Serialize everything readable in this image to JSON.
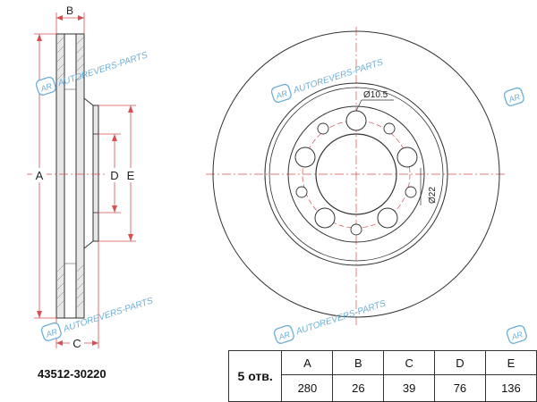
{
  "drawing": {
    "labels": {
      "a": "A",
      "b": "B",
      "c": "C",
      "d": "D",
      "e": "E",
      "hole_diameter": "Ø10.5",
      "center_bore": "Ø22"
    },
    "watermark": "AUTOREVERS-PARTS",
    "logo_letters": "AR"
  },
  "part_number": "43512-30220",
  "specs": {
    "holes": "5 отв.",
    "headers": [
      "A",
      "B",
      "C",
      "D",
      "E"
    ],
    "values": [
      "280",
      "26",
      "39",
      "76",
      "136"
    ]
  },
  "colors": {
    "dimension_line": "#d94f4f",
    "outline": "#333333",
    "watermark": "#6aaed6"
  }
}
